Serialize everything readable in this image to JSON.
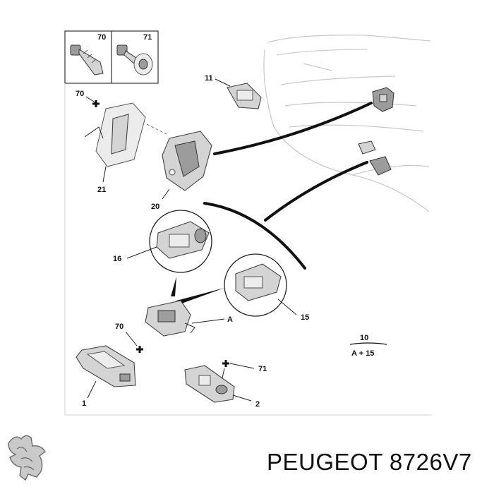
{
  "labels": {
    "screw_box_70": "70",
    "screw_box_71": "71",
    "bracket_clip": "70",
    "bracket": "21",
    "switch_small": "11",
    "lock_housing": "20",
    "detail_16": "16",
    "detail_15": "15",
    "connector_a": "A",
    "lower_clip_70": "70",
    "motor": "1",
    "lower_clip_71": "71",
    "handle": "2",
    "legend_top": "10",
    "legend_bottom": "A + 15"
  },
  "brand": {
    "name": "PEUGEOT 8726V7",
    "logo": "peugeot-lion-logo"
  }
}
